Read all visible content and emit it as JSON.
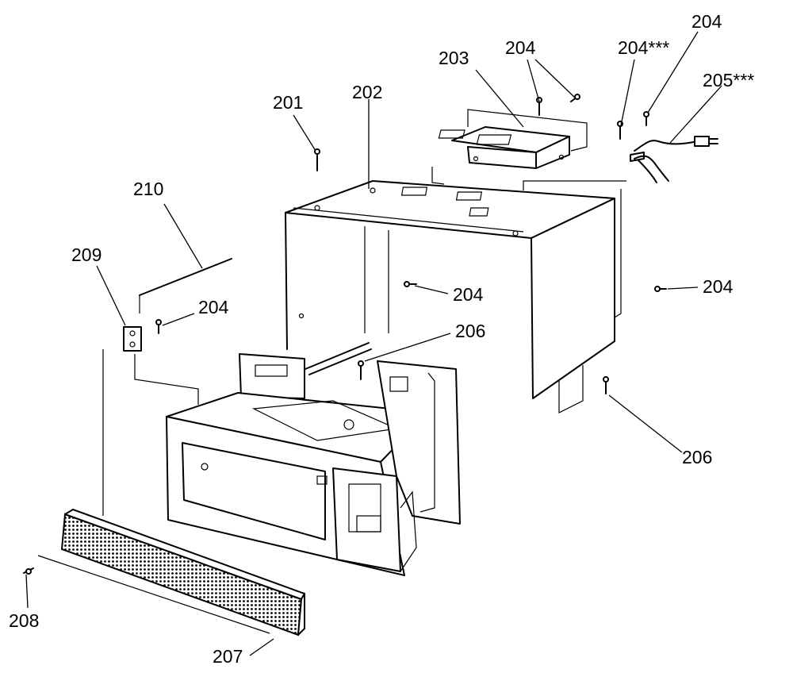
{
  "callouts": {
    "c201": "201",
    "c202": "202",
    "c203": "203",
    "c204_bracket": "204",
    "c204_star": "204***",
    "c204_topright": "204",
    "c205_star": "205***",
    "c210": "210",
    "c209": "209",
    "c204_left": "204",
    "c204_middle": "204",
    "c206_middle": "206",
    "c204_right": "204",
    "c206_right": "206",
    "c208": "208",
    "c207": "207"
  }
}
